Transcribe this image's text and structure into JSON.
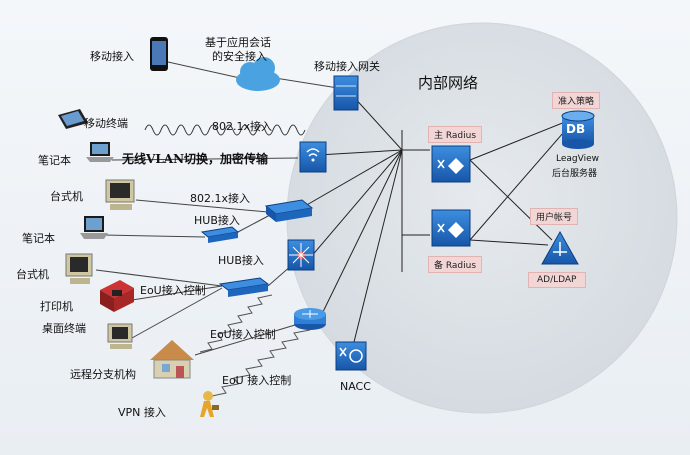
{
  "internal_network": "内部网络",
  "gateway": "移动接入网关",
  "sessions": {
    "line1": "基于应用会话",
    "line2": "的安全接入"
  },
  "wireless": {
    "label": "802.1x接入",
    "note_prefix": "无线",
    "note_vlan": "VLAN",
    "note_suffix": "切换，加密传输"
  },
  "devices": {
    "mobile": "移动接入",
    "mobile_terminal": "移动终端",
    "laptop1": "笔记本",
    "desktop1": "台式机",
    "laptop2": "笔记本",
    "desktop2": "台式机",
    "printer": "打印机",
    "desktop_terminal": "桌面终端",
    "branch": "远程分支机构",
    "vpn": "VPN 接入"
  },
  "links": {
    "dot1x": "802.1x接入",
    "hub1": "HUB接入",
    "hub2": "HUB接入",
    "eou1": "EoU接入控制",
    "eou2": "EoU接入控制",
    "eou3": "EoU 接入控制"
  },
  "nacc": "NACC",
  "radius_main": "主 Radius",
  "radius_backup": "备 Radius",
  "policy": "准入策略",
  "db": "DB",
  "leagview": {
    "line1": "LeagView",
    "line2": "后台服务器"
  },
  "user_account": "用户帐号",
  "ad_ldap": "AD/LDAP",
  "colors": {
    "accent": "#1e6fc8",
    "cloud": "#4aa3e0",
    "pill_bg": "#f2d6d6",
    "circle": "#dfe3e8"
  }
}
